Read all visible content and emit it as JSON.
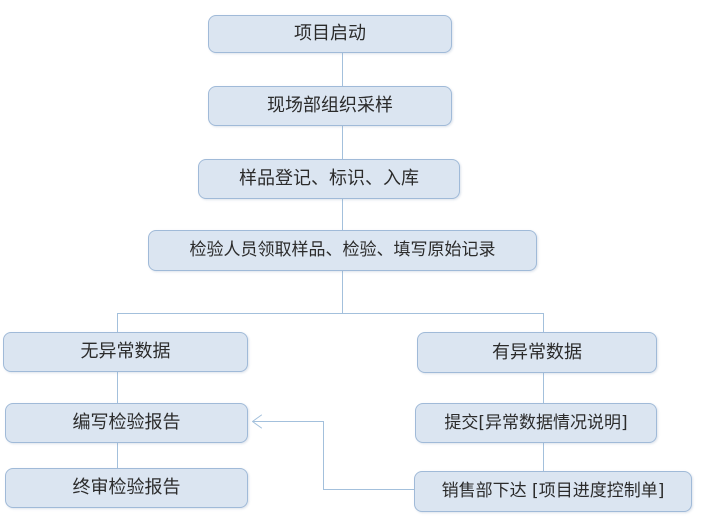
{
  "diagram": {
    "type": "flowchart",
    "background_color": "#ffffff",
    "node_fill_color": "#dbe5f1",
    "node_border_color": "#a0bad8",
    "connector_color": "#a3c0dc",
    "text_color": "#2b2b2b",
    "nodes": [
      {
        "label": "项目启动"
      },
      {
        "label": "现场部组织采样"
      },
      {
        "label": "样品登记、标识、入库"
      },
      {
        "label": "检验人员领取样品、检验、填写原始记录"
      },
      {
        "label": "无异常数据"
      },
      {
        "label": "有异常数据"
      },
      {
        "label": "编写检验报告"
      },
      {
        "label": "提交[异常数据情况说明]"
      },
      {
        "label": "终审检验报告"
      },
      {
        "label": "销售部下达 [项目进度控制单]"
      }
    ],
    "edges": [
      {
        "from": "项目启动",
        "to": "现场部组织采样",
        "arrow": false
      },
      {
        "from": "现场部组织采样",
        "to": "样品登记、标识、入库",
        "arrow": false
      },
      {
        "from": "样品登记、标识、入库",
        "to": "检验人员领取样品、检验、填写原始记录",
        "arrow": false
      },
      {
        "from": "检验人员领取样品、检验、填写原始记录",
        "to": "无异常数据",
        "arrow": false
      },
      {
        "from": "检验人员领取样品、检验、填写原始记录",
        "to": "有异常数据",
        "arrow": false
      },
      {
        "from": "无异常数据",
        "to": "编写检验报告",
        "arrow": false
      },
      {
        "from": "编写检验报告",
        "to": "终审检验报告",
        "arrow": false
      },
      {
        "from": "有异常数据",
        "to": "提交[异常数据情况说明]",
        "arrow": false
      },
      {
        "from": "提交[异常数据情况说明]",
        "to": "销售部下达 [项目进度控制单]",
        "arrow": false
      },
      {
        "from": "销售部下达 [项目进度控制单]",
        "to": "编写检验报告",
        "arrow": true
      }
    ]
  }
}
